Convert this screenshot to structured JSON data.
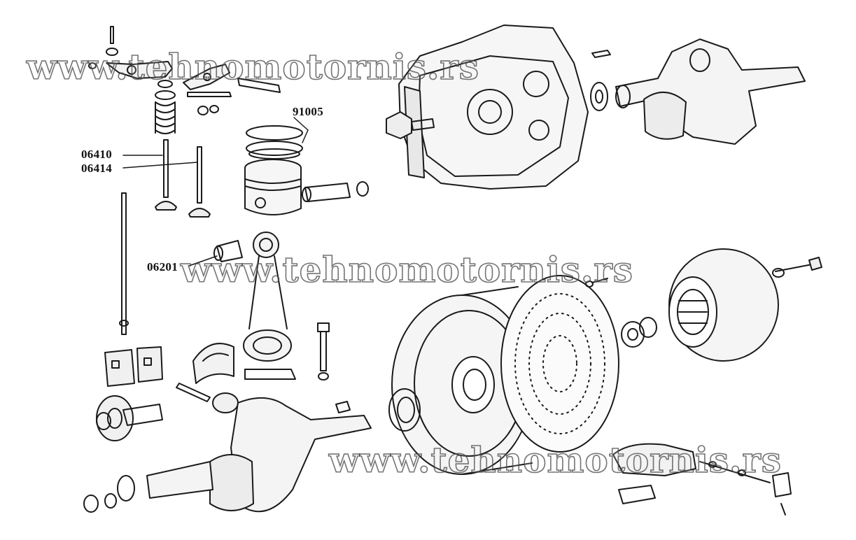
{
  "labels": {
    "part_91005": "91005",
    "part_06410": "06410",
    "part_06414": "06414",
    "part_06201": "06201"
  },
  "watermarks": [
    "www.tehnomotornis.rs",
    "www.tehnomotornis.rs",
    "www.tehnomotornis.rs"
  ],
  "colors": {
    "ink": "#1a1a1a",
    "paper": "#ffffff",
    "watermark_stroke": "#464646"
  }
}
